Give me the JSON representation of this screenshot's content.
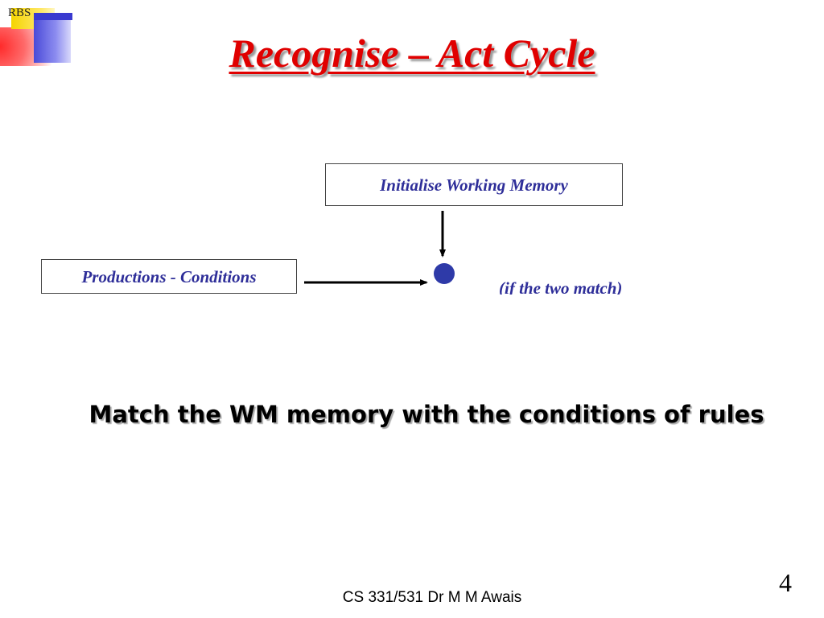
{
  "logo": {
    "text": "RBS"
  },
  "title": "Recognise – Act Cycle",
  "diagram": {
    "wm_box_label": "Initialise Working Memory",
    "productions_box_label": "Productions - Conditions",
    "match_note": "(if the two match)"
  },
  "main_text": "Match the WM memory with the conditions of rules",
  "footer": {
    "course": "CS 331/531 Dr M M Awais",
    "page_number": "4"
  },
  "colors": {
    "title": "#e00000",
    "diagram_text": "#2e2e99",
    "node": "#2e3aa8"
  }
}
